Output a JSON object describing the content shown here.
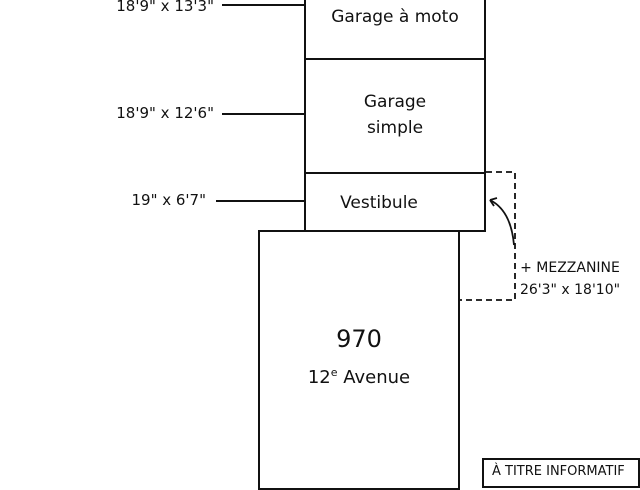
{
  "rooms": [
    {
      "name": "Garage à moto",
      "dims": "18'9\" x 13'3\""
    },
    {
      "name_line1": "Garage",
      "name_line2": "simple",
      "dims": "18'9\" x 12'6\""
    },
    {
      "name": "Vestibule",
      "dims": "19\" x 6'7\""
    }
  ],
  "main": {
    "number": "970",
    "street_num": "12",
    "street_sup": "e",
    "street_name": " Avenue"
  },
  "mezzanine": {
    "line1": "+ MEZZANINE",
    "line2": "26'3\" x 18'10\""
  },
  "disclaimer": "À TITRE INFORMATIF"
}
